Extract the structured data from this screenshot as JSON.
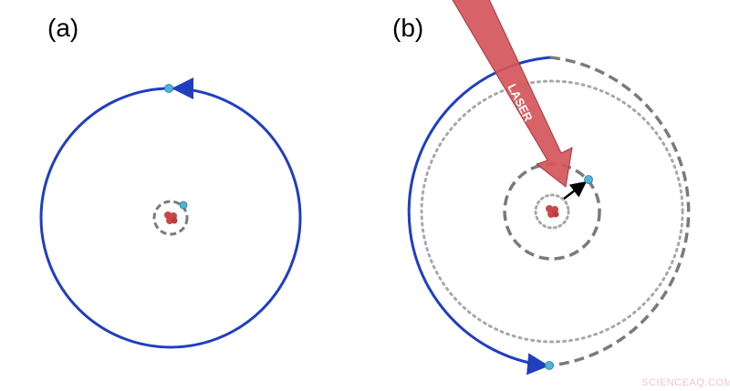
{
  "panels": [
    {
      "label": "(a)"
    },
    {
      "label": "(b)",
      "laser_label": "LASER"
    }
  ],
  "watermark": "SCIENCEAQ.COM",
  "colors": {
    "orbit_blue": "#1f3fbf",
    "dashed_gray": "#7a7a7a",
    "dotted_gray": "#a8a8a8",
    "nucleus_red": "#c9474a",
    "electron_cyan": "#4fb3d6",
    "laser_red": "#d4555b"
  }
}
